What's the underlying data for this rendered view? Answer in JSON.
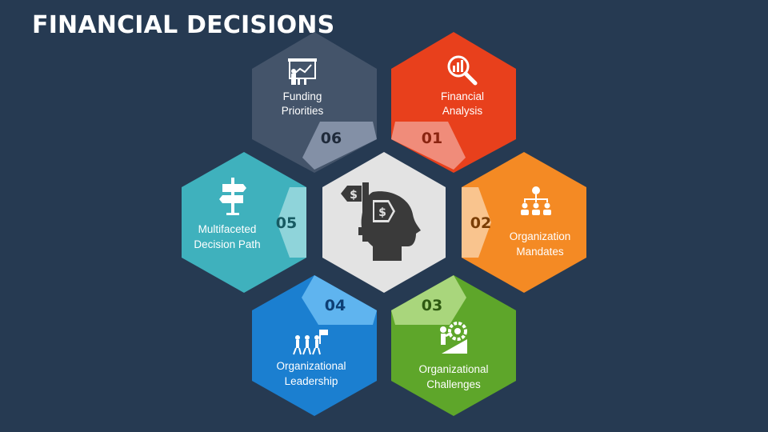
{
  "title": "FINANCIAL DECISIONS",
  "items": [
    {
      "number": "01",
      "line1": "Financial",
      "line2": "Analysis",
      "icon": "magnifier-chart-icon",
      "color": "#e8401c",
      "tab_color": "#f08c7a",
      "num_color": "#8a2410"
    },
    {
      "number": "02",
      "line1": "Organization",
      "line2": "Mandates",
      "icon": "org-hierarchy-icon",
      "color": "#f48a24",
      "tab_color": "#f9c48e",
      "num_color": "#7a3d05"
    },
    {
      "number": "03",
      "line1": "Organizational",
      "line2": "Challenges",
      "icon": "person-pushing-gear-icon",
      "color": "#5ea62a",
      "tab_color": "#a9d67c",
      "num_color": "#2f5a12"
    },
    {
      "number": "04",
      "line1": "Organizational",
      "line2": "Leadership",
      "icon": "leader-with-flag-icon",
      "color": "#1b7fd0",
      "tab_color": "#5fb4ef",
      "num_color": "#0e3f75"
    },
    {
      "number": "05",
      "line1": "Multifaceted",
      "line2": "Decision Path",
      "icon": "signpost-icon",
      "color": "#3fb1bd",
      "tab_color": "#8fd4da",
      "num_color": "#165a62"
    },
    {
      "number": "06",
      "line1": "Funding",
      "line2": "Priorities",
      "icon": "presentation-board-icon",
      "color": "#44546a",
      "tab_color": "#8390a6",
      "num_color": "#1f2a3a"
    }
  ],
  "center": {
    "icon": "head-money-decision-icon",
    "color": "#e3e3e3",
    "icon_color": "#3a3a3a"
  }
}
